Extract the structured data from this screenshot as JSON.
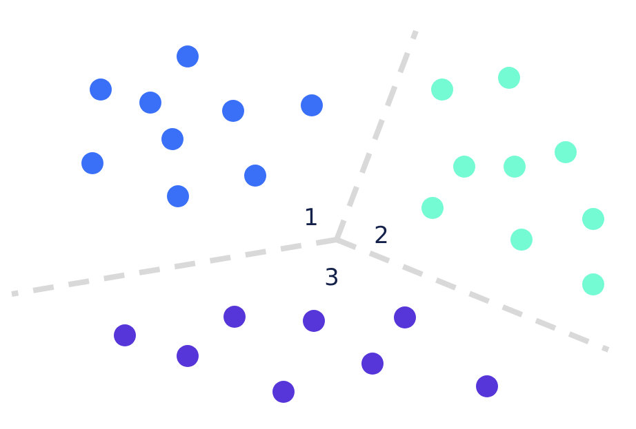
{
  "regions": [
    {
      "label": "1",
      "color": "#3a6ff8"
    },
    {
      "label": "2",
      "color": "#74fbd4"
    },
    {
      "label": "3",
      "color": "#5635d9"
    }
  ],
  "label_color": "#14214a",
  "boundary_color": "#d9d9d9"
}
